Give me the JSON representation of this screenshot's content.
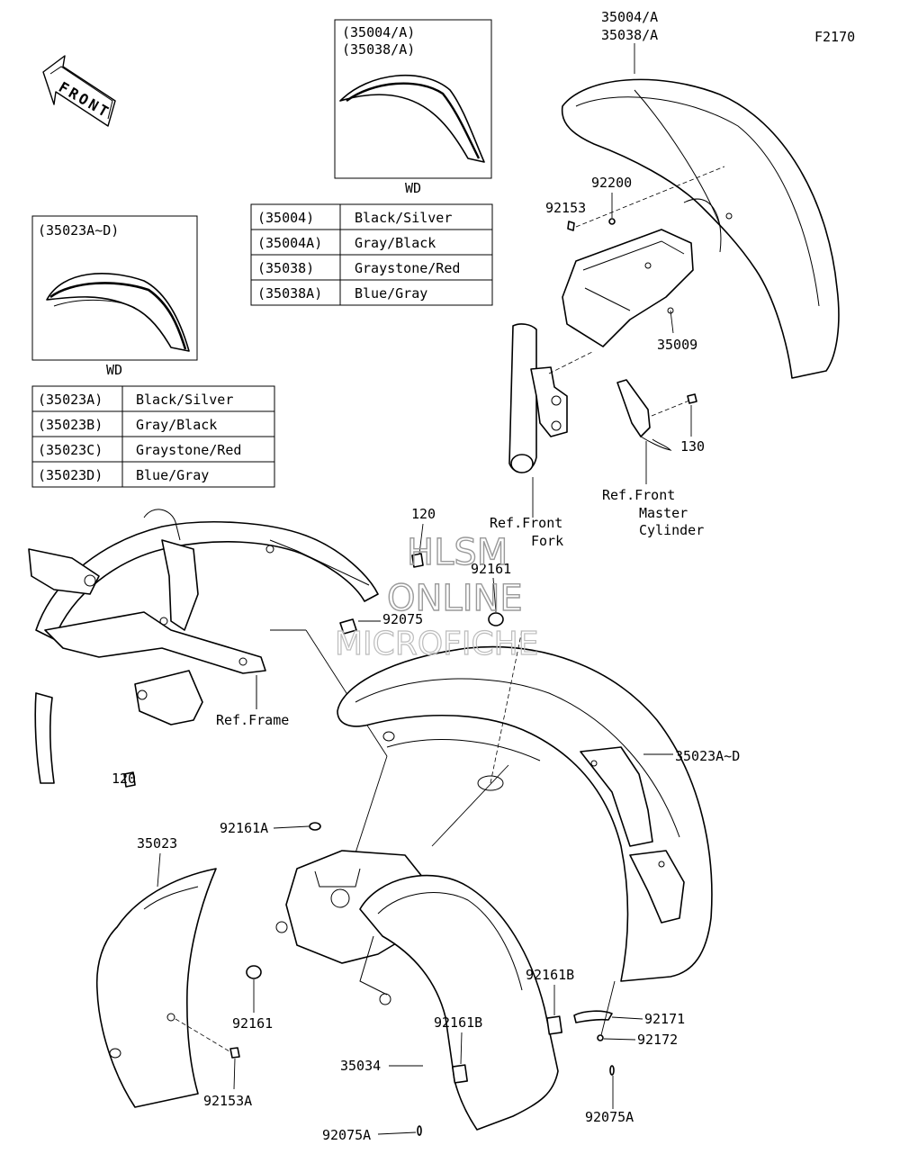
{
  "figure_code": "F2170",
  "front_arrow": "FRONT",
  "inset_top": {
    "title_line1": "(35004/A)",
    "title_line2": "(35038/A)",
    "caption": "WD"
  },
  "inset_left": {
    "title": "(35023A~D)",
    "caption": "WD"
  },
  "table_top": [
    {
      "code": "(35004)",
      "color": "Black/Silver"
    },
    {
      "code": "(35004A)",
      "color": "Gray/Black"
    },
    {
      "code": "(35038)",
      "color": "Graystone/Red"
    },
    {
      "code": "(35038A)",
      "color": "Blue/Gray"
    }
  ],
  "table_left": [
    {
      "code": "(35023A)",
      "color": "Black/Silver"
    },
    {
      "code": "(35023B)",
      "color": "Gray/Black"
    },
    {
      "code": "(35023C)",
      "color": "Graystone/Red"
    },
    {
      "code": "(35023D)",
      "color": "Blue/Gray"
    }
  ],
  "callouts": {
    "front_fender_l1": "35004/A",
    "front_fender_l2": "35038/A",
    "p92200": "92200",
    "p92153": "92153",
    "p35009": "35009",
    "p130": "130",
    "ref_fork_l1": "Ref.Front",
    "ref_fork_l2": "Fork",
    "ref_master_l1": "Ref.Front",
    "ref_master_l2": "Master",
    "ref_master_l3": "Cylinder",
    "p120_top": "120",
    "p92161_top": "92161",
    "p92075": "92075",
    "ref_frame": "Ref.Frame",
    "p120_bottom": "120",
    "rear_fender": "35023A~D",
    "p92161A": "92161A",
    "p35023": "35023",
    "p92161_bottom": "92161",
    "p92153A": "92153A",
    "p92161B_right": "92161B",
    "p92161B_mid": "92161B",
    "p92171": "92171",
    "p92172": "92172",
    "p35034": "35034",
    "p92075A_right": "92075A",
    "p92075A_left": "92075A"
  },
  "watermark": {
    "line1": "HLSM",
    "line2": "ONLINE",
    "line3": "MICROFICHE"
  }
}
